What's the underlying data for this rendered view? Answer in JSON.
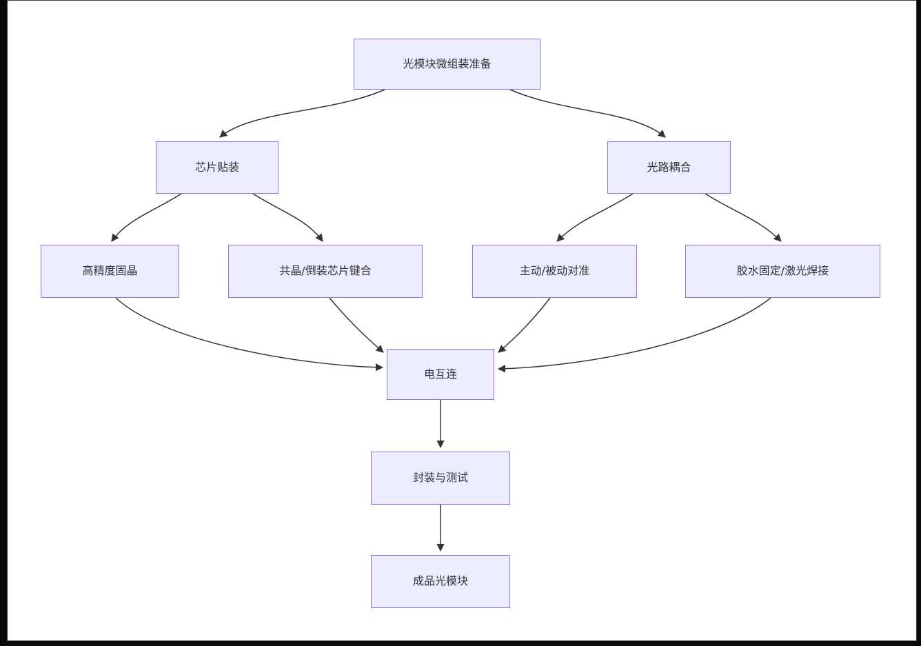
{
  "diagram": {
    "type": "flowchart",
    "direction": "top-down",
    "nodes": [
      {
        "id": "prep",
        "label": "光模块微组装准备"
      },
      {
        "id": "chip-mount",
        "label": "芯片贴装"
      },
      {
        "id": "optical-coupling",
        "label": "光路耦合"
      },
      {
        "id": "die-bonding",
        "label": "高精度固晶"
      },
      {
        "id": "eutectic-bonding",
        "label": "共晶/倒装芯片键合"
      },
      {
        "id": "alignment",
        "label": "主动/被动对准"
      },
      {
        "id": "glue-weld",
        "label": "胶水固定/激光焊接"
      },
      {
        "id": "interconnect",
        "label": "电互连"
      },
      {
        "id": "package-test",
        "label": "封装与测试"
      },
      {
        "id": "final-module",
        "label": "成品光模块"
      }
    ],
    "edges": [
      {
        "from": "prep",
        "to": "chip-mount"
      },
      {
        "from": "prep",
        "to": "optical-coupling"
      },
      {
        "from": "chip-mount",
        "to": "die-bonding"
      },
      {
        "from": "chip-mount",
        "to": "eutectic-bonding"
      },
      {
        "from": "optical-coupling",
        "to": "alignment"
      },
      {
        "from": "optical-coupling",
        "to": "glue-weld"
      },
      {
        "from": "die-bonding",
        "to": "interconnect"
      },
      {
        "from": "eutectic-bonding",
        "to": "interconnect"
      },
      {
        "from": "alignment",
        "to": "interconnect"
      },
      {
        "from": "glue-weld",
        "to": "interconnect"
      },
      {
        "from": "interconnect",
        "to": "package-test"
      },
      {
        "from": "package-test",
        "to": "final-module"
      }
    ],
    "colors": {
      "node_fill": "#ECECFF",
      "node_border": "#9370DB",
      "edge": "#333333",
      "text": "#333333",
      "canvas_background": "#ffffff",
      "outer_background": "#000000"
    }
  }
}
